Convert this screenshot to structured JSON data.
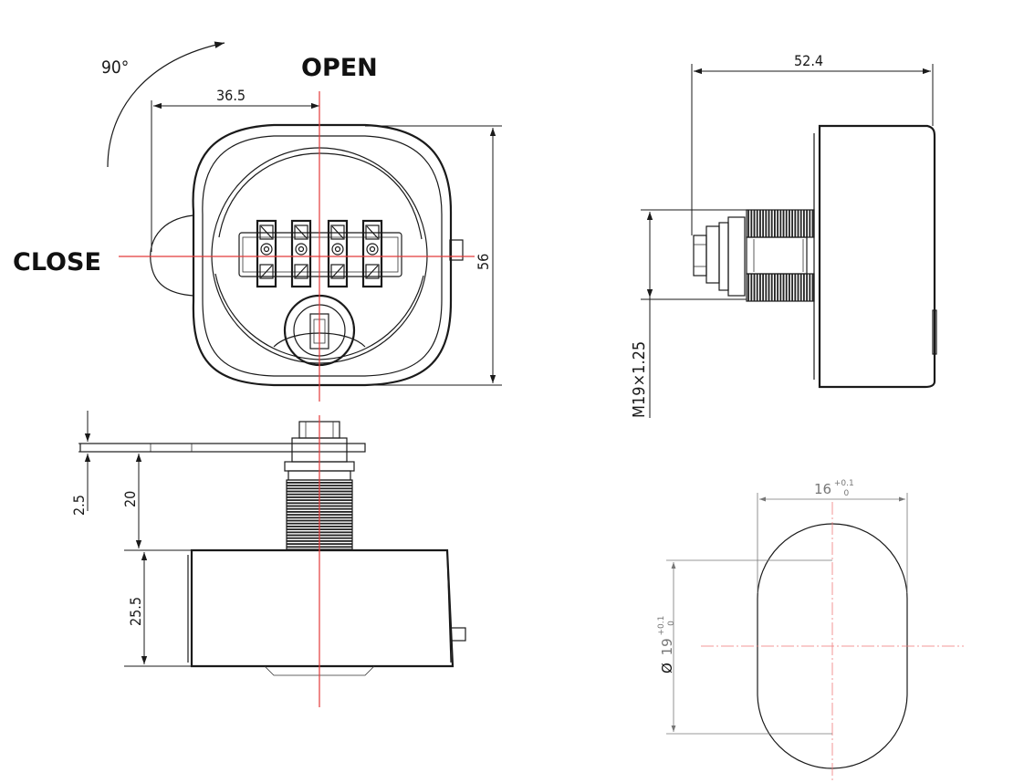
{
  "labels": {
    "angle": "90°",
    "open": "OPEN",
    "close": "CLOSE"
  },
  "dimensions": {
    "front_width": "36.5",
    "front_height": "56",
    "side_length": "52.4",
    "thread": "M19×1.25",
    "cam_thickness": "2.5",
    "cam_offset": "20",
    "body_depth": "25.5",
    "cutout_width_base": "16",
    "cutout_width_tol_upper": "+0.1",
    "cutout_width_tol_lower": "0",
    "cutout_dia_prefix": "Ø",
    "cutout_dia_base": "19",
    "cutout_dia_tol_upper": "+0.1",
    "cutout_dia_tol_lower": "0"
  }
}
